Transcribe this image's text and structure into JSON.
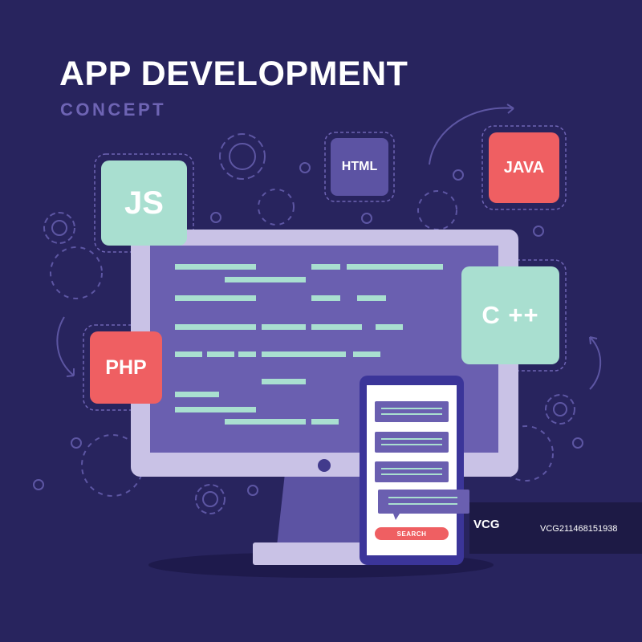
{
  "header": {
    "title": "APP DEVELOPMENT",
    "subtitle": "CONCEPT"
  },
  "languages": {
    "js": "JS",
    "html": "HTML",
    "java": "JAVA",
    "cpp": "C ++",
    "php": "PHP"
  },
  "phone": {
    "search_label": "SEARCH"
  },
  "watermark": {
    "logo": "VCG",
    "id": "VCG211468151938"
  },
  "colors": {
    "background": "#28245e",
    "screen": "#6a5fb0",
    "monitor_frame": "#c9c2e6",
    "code_line": "#a9dfd0",
    "accent_red": "#ef5f62",
    "accent_mint": "#a9dfd0",
    "outline": "#5d56a3"
  }
}
